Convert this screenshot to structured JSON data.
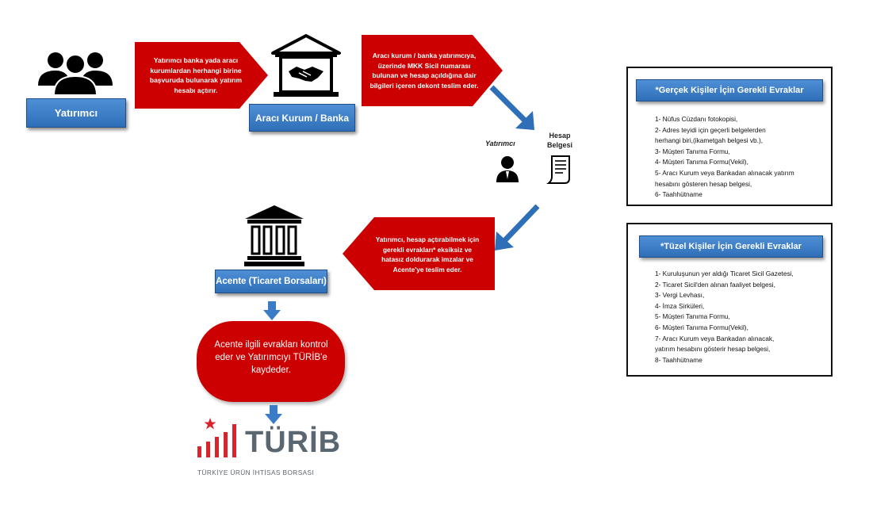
{
  "nodes": {
    "investor_label": "Yatırımcı",
    "bank_label": "Aracı Kurum / Banka",
    "agency_label": "Acente (Ticaret Borsaları)"
  },
  "steps": {
    "step1": [
      "Yatırımcı banka yada aracı",
      "kurumlardan herhangi birine",
      "başvuruda bulunarak yatırım",
      "hesabı açtırır."
    ],
    "step2": [
      "Aracı kurum / banka yatırımcıya,",
      "üzerinde MKK Sicil numarası",
      "bulunan ve hesap açıldığına dair",
      "bilgileri içeren dekont teslim eder."
    ],
    "step3": [
      "Yatırımcı, hesap açtırabilmek için",
      "gerekli evrakları* eksiksiz ve",
      "hatasız doldurarak imzalar ve",
      "Acente'ye teslim eder."
    ],
    "step4": [
      "Acente ilgili evrakları kontrol",
      "eder ve Yatırımcıyı TÜRİB'e",
      "kaydeder."
    ]
  },
  "icons": {
    "investor_small_label": "Yatırımcı",
    "account_doc_label": [
      "Hesap",
      "Belgesi"
    ]
  },
  "logo": {
    "name": "TÜRİB",
    "subtitle": "TÜRKİYE ÜRÜN İHTİSAS BORSASI"
  },
  "panels": {
    "individual": {
      "title": "*Gerçek Kişiler İçin Gerekli Evraklar",
      "items": [
        "1- Nüfus Cüzdanı fotokopisi,",
        "2- Adres teyidi için geçerli belgelerden",
        "herhangi biri,(ikametgah belgesi vb.),",
        "3- Müşteri Tanıma Formu,",
        "4- Müşteri Tanıma Formu(Vekil),",
        "5- Aracı Kurum veya Bankadan alınacak yatırım",
        "hesabını gösteren hesap belgesi,",
        "6- Taahhütname"
      ]
    },
    "corporate": {
      "title": "*Tüzel Kişiler İçin Gerekli Evraklar",
      "items": [
        "1- Kuruluşunun yer aldığı Ticaret Sicil Gazetesi,",
        "2- Ticaret Sicil'den alınan faaliyet belgesi,",
        "3- Vergi Levhası,",
        "4- İmza Sirküleri,",
        "5- Müşteri Tanıma Formu,",
        "6- Müşteri Tanıma Formu(Vekil),",
        "7- Aracı Kurum veya Bankadan alınacak,",
        "yatırım hesabını gösterir hesap belgesi,",
        "8- Taahhütname"
      ]
    }
  },
  "colors": {
    "step_red": "#cc0000",
    "node_blue": "#3a7cc6",
    "logo_red": "#d9232d",
    "logo_gray": "#5b6770"
  }
}
